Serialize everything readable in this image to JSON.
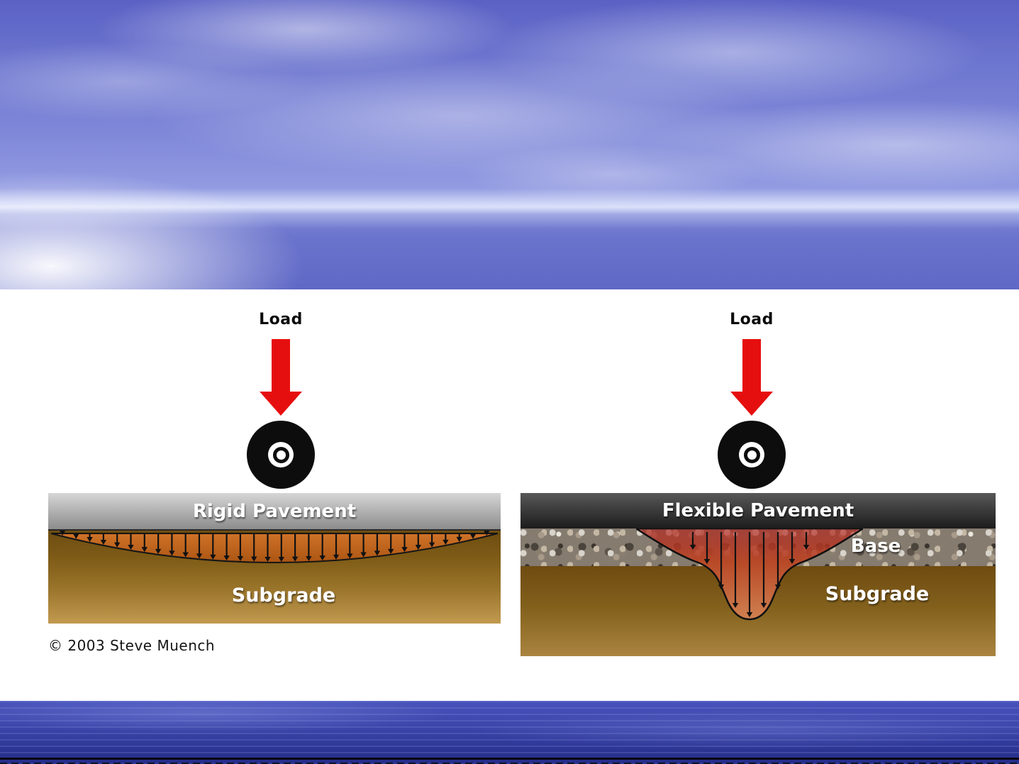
{
  "left_diagram": {
    "load_label": "Load",
    "pavement_label": "Rigid Pavement",
    "subgrade_label": "Subgrade"
  },
  "right_diagram": {
    "load_label": "Load",
    "pavement_label": "Flexible Pavement",
    "base_label": "Base",
    "subgrade_label": "Subgrade"
  },
  "credit": {
    "text": "© 2003  Steve Muench"
  },
  "icons": {
    "load_arrow": "down-arrow-icon (red block arrow)",
    "tire": "tire-wheel-icon (treaded wheel, white hub)",
    "stress_left": "wide-shallow-stress-distribution",
    "stress_right": "deep-narrow-stress-bulb"
  },
  "colors": {
    "load_arrow_red": "#e60f0f",
    "rigid_pavement_gray": "#9b9b9b",
    "flexible_pavement_black": "#262626",
    "stress_orange": "#c0661f",
    "subgrade_brown": "#8a6420",
    "sky_blue": "#6d76cf",
    "water_blue": "#3a44a8"
  }
}
